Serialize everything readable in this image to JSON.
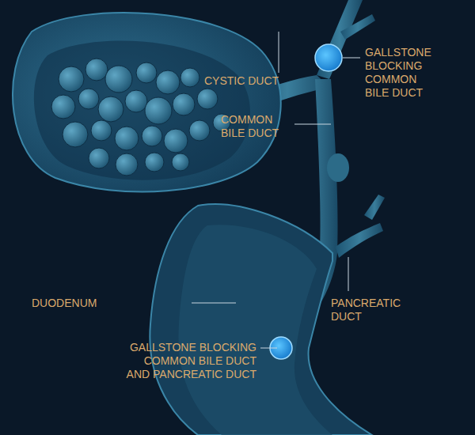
{
  "diagram": {
    "labels": [
      "GALLSTONE BLOCKING COMMON BILE DUCT",
      "CYSTIC DUCT",
      "COMMON BILE DUCT",
      "DUODENUM",
      "PANCREATIC DUCT",
      "GALLSTONE BLOCKING COMMON BILE DUCT AND PANCREATIC DUCT"
    ]
  }
}
